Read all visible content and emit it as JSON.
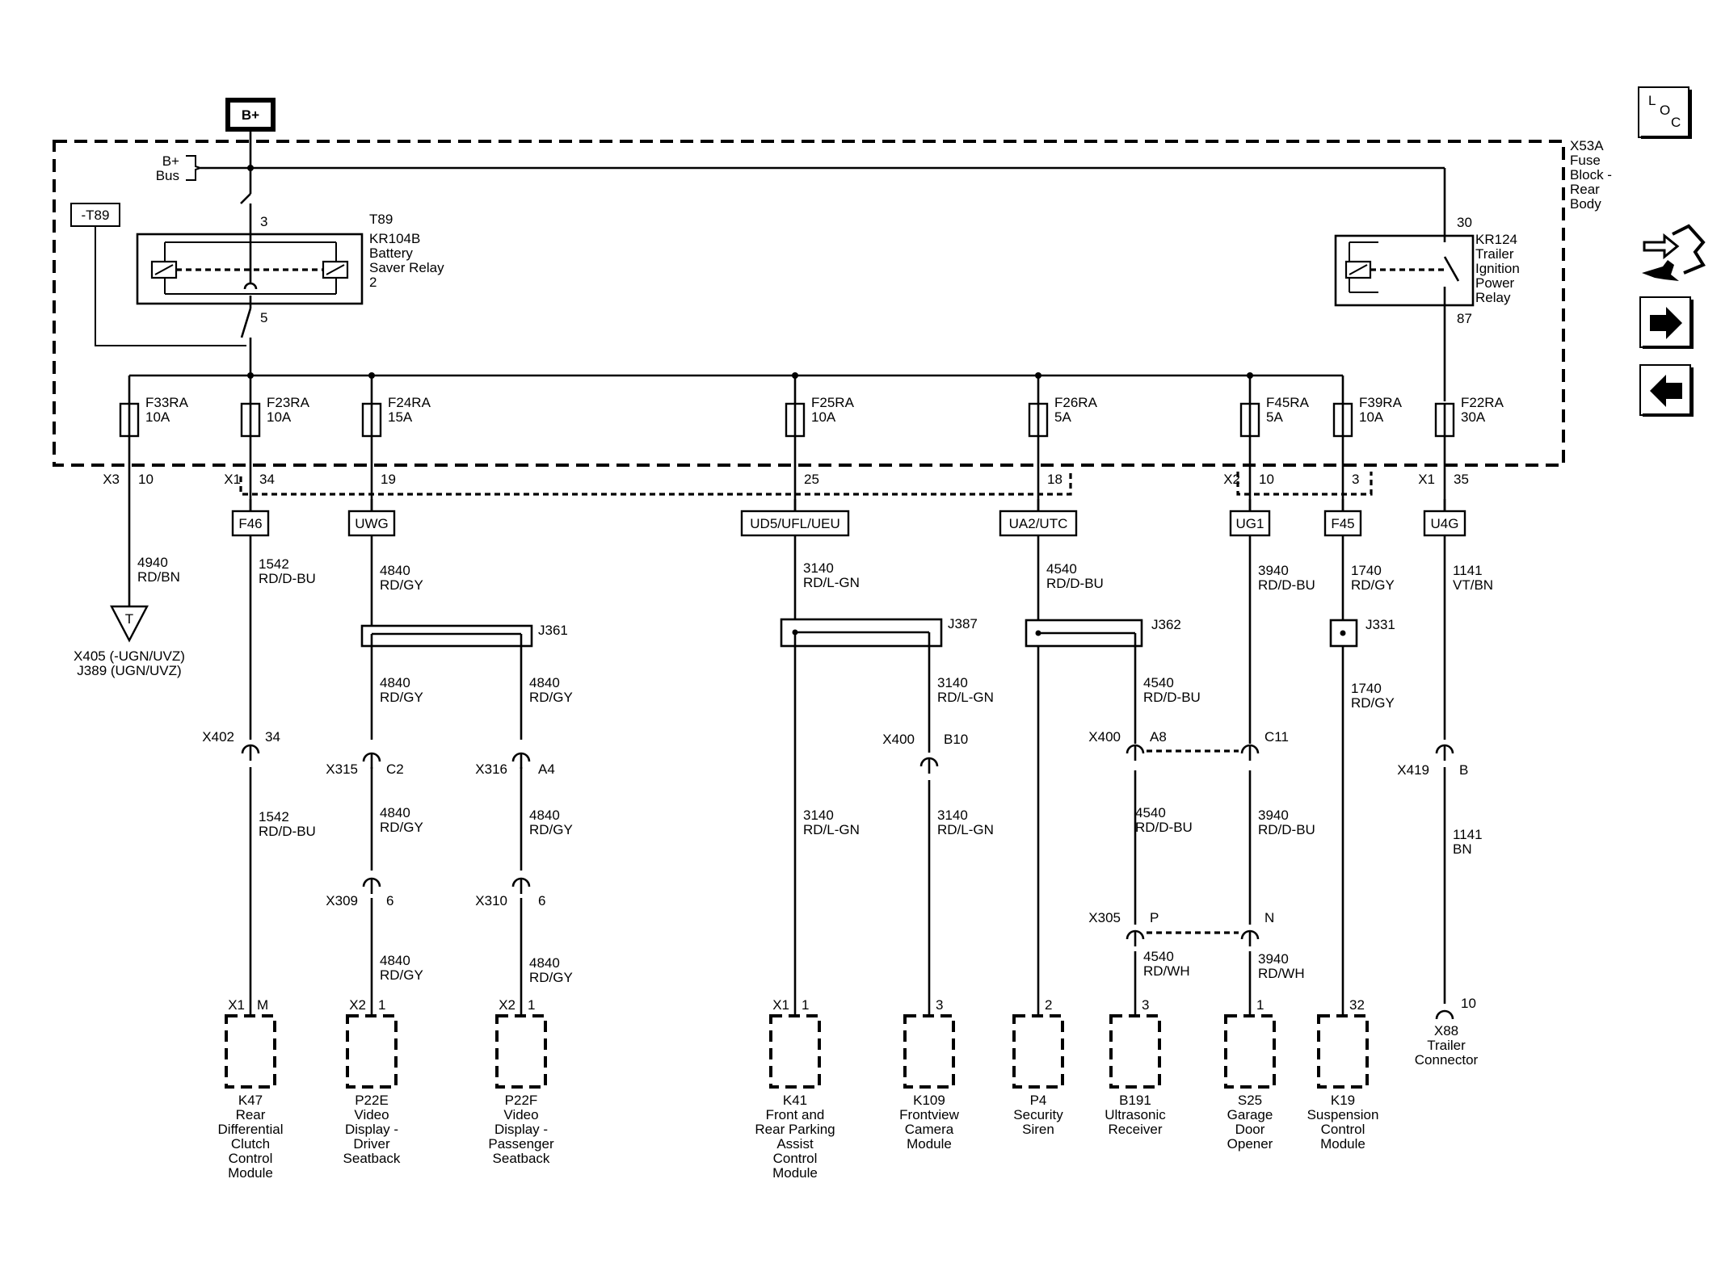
{
  "power": {
    "label": "B+"
  },
  "fuse_block": {
    "bus_label": [
      "B+",
      "Bus"
    ],
    "name": [
      "X53A",
      "Fuse",
      "Block -",
      "Rear",
      "Body"
    ]
  },
  "nav": {
    "loc_icon": "loc-icon",
    "component_icon": "component-locator-icon",
    "next_icon": "next-arrow-icon",
    "prev_icon": "previous-arrow-icon"
  },
  "relay_kr104b": {
    "tag": "-T89",
    "label": "T89",
    "name": [
      "KR104B",
      "Battery",
      "Saver Relay",
      "2"
    ],
    "pin_in": "3",
    "pin_out": "5"
  },
  "relay_kr124": {
    "name": [
      "KR124",
      "Trailer",
      "Ignition",
      "Power",
      "Relay"
    ],
    "pin_in": "30",
    "pin_out": "87"
  },
  "fuses": [
    {
      "name": "F33RA",
      "rating": "10A"
    },
    {
      "name": "F23RA",
      "rating": "10A"
    },
    {
      "name": "F24RA",
      "rating": "15A"
    },
    {
      "name": "F25RA",
      "rating": "10A"
    },
    {
      "name": "F26RA",
      "rating": "5A"
    },
    {
      "name": "F45RA",
      "rating": "5A"
    },
    {
      "name": "F39RA",
      "rating": "10A"
    },
    {
      "name": "F22RA",
      "rating": "30A"
    }
  ],
  "connector_pins": [
    {
      "connector": "X3",
      "pin": "10"
    },
    {
      "connector": "X1",
      "pin": "34"
    },
    {
      "connector": "",
      "pin": "19"
    },
    {
      "connector": "",
      "pin": "25"
    },
    {
      "connector": "",
      "pin": "18"
    },
    {
      "connector": "X2",
      "pin": "10"
    },
    {
      "connector": "",
      "pin": "3"
    },
    {
      "connector": "X1",
      "pin": "35"
    }
  ],
  "fuse_tags": [
    "F46",
    "UWG",
    "UD5/UFL/UEU",
    "UA2/UTC",
    "UG1",
    "F45",
    "U4G"
  ],
  "wires": [
    {
      "circuit": "4940",
      "color": "RD/BN"
    },
    {
      "circuit": "1542",
      "color": "RD/D-BU"
    },
    {
      "circuit": "4840",
      "color": "RD/GY"
    },
    {
      "circuit": "3140",
      "color": "RD/L-GN"
    },
    {
      "circuit": "4540",
      "color": "RD/D-BU"
    },
    {
      "circuit": "3940",
      "color": "RD/D-BU"
    },
    {
      "circuit": "1740",
      "color": "RD/GY"
    },
    {
      "circuit": "1141",
      "color": "VT/BN"
    },
    {
      "circuit": "4840",
      "color": "RD/GY"
    },
    {
      "circuit": "4840",
      "color": "RD/GY"
    },
    {
      "circuit": "3140",
      "color": "RD/L-GN"
    },
    {
      "circuit": "4540",
      "color": "RD/D-BU"
    },
    {
      "circuit": "1740",
      "color": "RD/GY"
    },
    {
      "circuit": "1542",
      "color": "RD/D-BU"
    },
    {
      "circuit": "4840",
      "color": "RD/GY"
    },
    {
      "circuit": "4840",
      "color": "RD/GY"
    },
    {
      "circuit": "3140",
      "color": "RD/L-GN"
    },
    {
      "circuit": "3140",
      "color": "RD/L-GN"
    },
    {
      "circuit": "4540",
      "color": "RD/D-BU"
    },
    {
      "circuit": "3940",
      "color": "RD/D-BU"
    },
    {
      "circuit": "1141",
      "color": "BN"
    },
    {
      "circuit": "4840",
      "color": "RD/GY"
    },
    {
      "circuit": "4840",
      "color": "RD/GY"
    },
    {
      "circuit": "4540",
      "color": "RD/WH"
    },
    {
      "circuit": "3940",
      "color": "RD/WH"
    }
  ],
  "ground": {
    "symbol": "T",
    "label": [
      "X405 (-UGN/UVZ)",
      "J389 (UGN/UVZ)"
    ]
  },
  "splices": [
    "J361",
    "J387",
    "J362",
    "J331"
  ],
  "inline_connectors": [
    {
      "name": "X402",
      "pin": "34"
    },
    {
      "name": "X315",
      "pin": "C2"
    },
    {
      "name": "X316",
      "pin": "A4"
    },
    {
      "name": "X400",
      "pin": "B10"
    },
    {
      "name": "X400",
      "pin": "A8"
    },
    {
      "name": "",
      "pin": "C11"
    },
    {
      "name": "X419",
      "pin": "B"
    },
    {
      "name": "X309",
      "pin": "6"
    },
    {
      "name": "X310",
      "pin": "6"
    },
    {
      "name": "X305",
      "pin": "P"
    },
    {
      "name": "",
      "pin": "N"
    }
  ],
  "components": [
    {
      "connector": "X1",
      "pin": "M",
      "name": [
        "K47",
        "Rear",
        "Differential",
        "Clutch",
        "Control",
        "Module"
      ]
    },
    {
      "connector": "X2",
      "pin": "1",
      "name": [
        "P22E",
        "Video",
        "Display -",
        "Driver",
        "Seatback"
      ]
    },
    {
      "connector": "X2",
      "pin": "1",
      "name": [
        "P22F",
        "Video",
        "Display -",
        "Passenger",
        "Seatback"
      ]
    },
    {
      "connector": "X1",
      "pin": "1",
      "name": [
        "K41",
        "Front and",
        "Rear Parking",
        "Assist",
        "Control",
        "Module"
      ]
    },
    {
      "connector": "",
      "pin": "3",
      "name": [
        "K109",
        "Frontview",
        "Camera",
        "Module"
      ]
    },
    {
      "connector": "",
      "pin": "2",
      "name": [
        "P4",
        "Security",
        "Siren"
      ]
    },
    {
      "connector": "",
      "pin": "3",
      "name": [
        "B191",
        "Ultrasonic",
        "Receiver"
      ]
    },
    {
      "connector": "",
      "pin": "1",
      "name": [
        "S25",
        "Garage",
        "Door",
        "Opener"
      ]
    },
    {
      "connector": "",
      "pin": "32",
      "name": [
        "K19",
        "Suspension",
        "Control",
        "Module"
      ]
    }
  ],
  "trailer_connector": {
    "pin": "10",
    "name": [
      "X88",
      "Trailer",
      "Connector"
    ]
  }
}
